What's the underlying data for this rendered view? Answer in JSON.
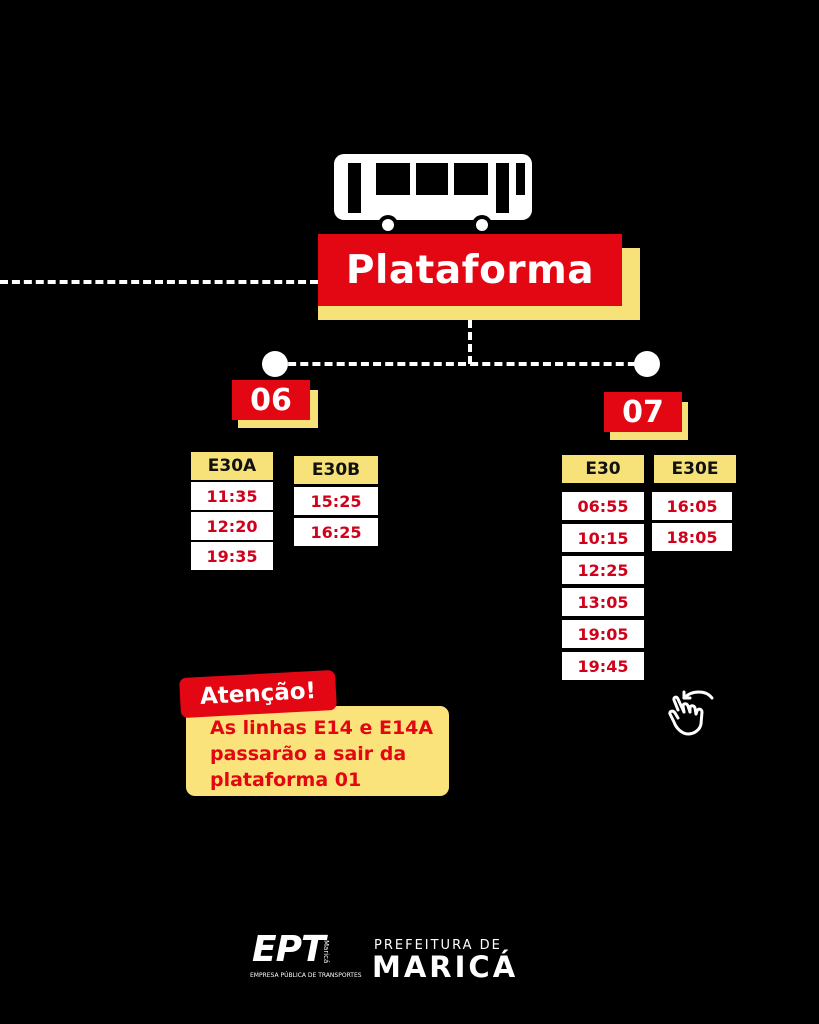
{
  "header": {
    "title": "Plataforma"
  },
  "platforms": [
    {
      "number": "06",
      "lines": [
        {
          "code": "E30A",
          "times": [
            "11:35",
            "12:20",
            "19:35"
          ]
        },
        {
          "code": "E30B",
          "times": [
            "15:25",
            "16:25"
          ]
        }
      ]
    },
    {
      "number": "07",
      "lines": [
        {
          "code": "E30",
          "times": [
            "06:55",
            "10:15",
            "12:25",
            "13:05",
            "19:05",
            "19:45"
          ]
        },
        {
          "code": "E30E",
          "times": [
            "16:05",
            "18:05"
          ]
        }
      ]
    }
  ],
  "notice": {
    "label": "Atenção!",
    "lines": [
      "As linhas E14 e E14A",
      "passarão a sair da",
      "plataforma 01"
    ]
  },
  "footer": {
    "ept_logo": "EPT",
    "ept_sub": "EMPRESA PÚBLICA DE TRANSPORTES",
    "ept_side": "Maricá",
    "prefeitura_line1": "PREFEITURA DE",
    "prefeitura_line2": "MARICÁ"
  },
  "icons": {
    "bus": "bus-icon",
    "swipe": "swipe-hand-icon"
  },
  "colors": {
    "red": "#e30613",
    "yellow": "#f7e27a",
    "background": "#000000",
    "time_text": "#d0021b"
  }
}
